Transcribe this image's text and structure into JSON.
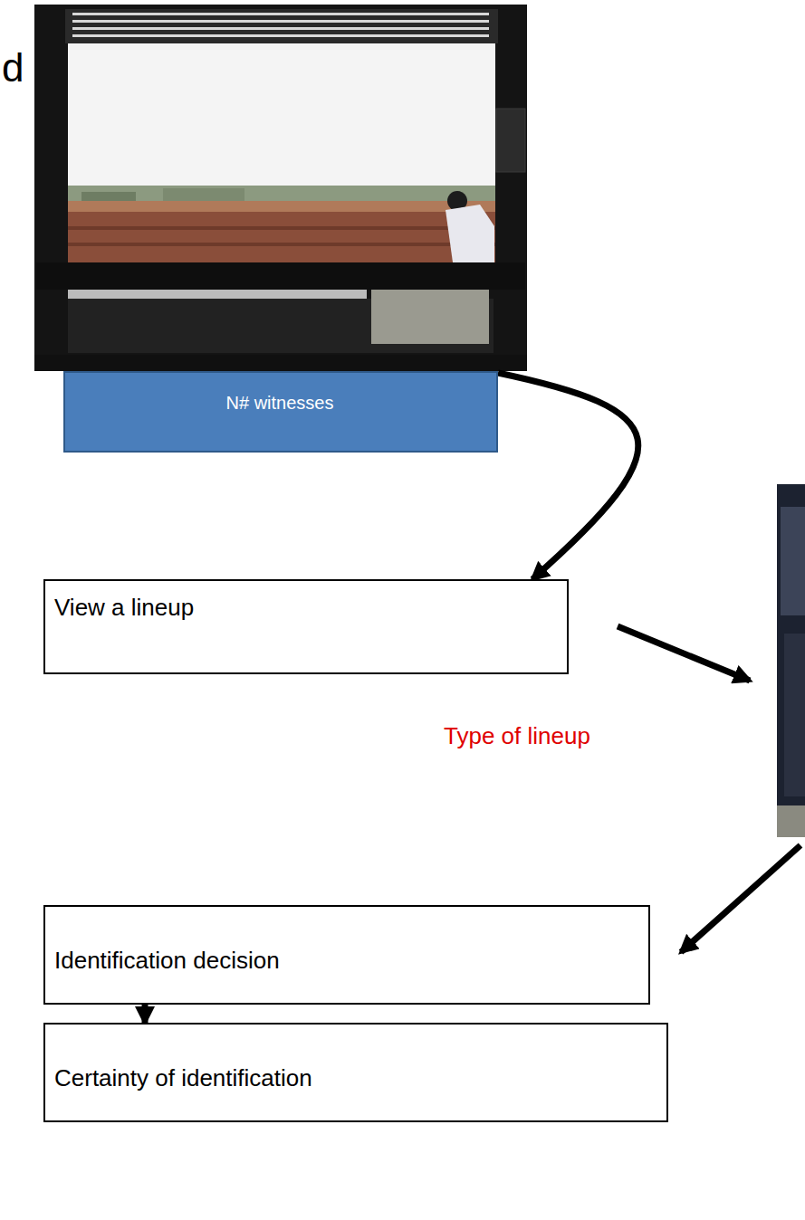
{
  "diagram": {
    "nodes": [
      {
        "text": [
          "N# witnesses"
        ]
      },
      {
        "text": [
          "View a lineup"
        ]
      },
      {
        "text": [
          "Identification decision"
        ]
      },
      {
        "text": [
          "Certainty of identification"
        ]
      }
    ],
    "edges": [
      {
        "from": 0,
        "to": 1,
        "arrow": "to"
      },
      {
        "from": 2,
        "to": 3,
        "arrow": "to"
      }
    ],
    "labels": [
      "d",
      "Type of lineup"
    ]
  }
}
